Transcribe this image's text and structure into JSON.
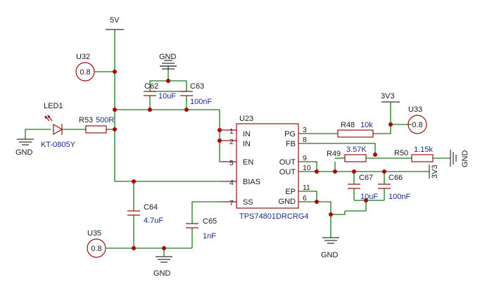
{
  "power": {
    "v5": "5V",
    "v3v3_top": "3V3",
    "v3v3_right": "3V3"
  },
  "ground": {
    "label": "GND"
  },
  "testpoints": [
    {
      "ref": "U32",
      "value": "0.8"
    },
    {
      "ref": "U33",
      "value": "0.8"
    },
    {
      "ref": "U35",
      "value": "0.8"
    }
  ],
  "components": {
    "c62": {
      "ref": "C62",
      "value": "10uF"
    },
    "c63": {
      "ref": "C63",
      "value": "100nF"
    },
    "c64": {
      "ref": "C64",
      "value": "4.7uF"
    },
    "c65": {
      "ref": "C65",
      "value": "1nF"
    },
    "c67": {
      "ref": "C67",
      "value": "10uF"
    },
    "c66": {
      "ref": "C66",
      "value": "100nF"
    },
    "r53": {
      "ref": "R53",
      "value": "500R"
    },
    "r48": {
      "ref": "R48",
      "value": "10k"
    },
    "r49": {
      "ref": "R49",
      "value": "3.57K"
    },
    "r50": {
      "ref": "R50",
      "value": "1.15k"
    },
    "led1": {
      "ref": "LED1",
      "part": "KT-0805Y"
    },
    "u23": {
      "ref": "U23",
      "part": "TPS74801DRCRG4",
      "pins": [
        {
          "num": "1",
          "name": "IN"
        },
        {
          "num": "2",
          "name": "IN"
        },
        {
          "num": "5",
          "name": "EN"
        },
        {
          "num": "4",
          "name": "BIAS"
        },
        {
          "num": "7",
          "name": "SS"
        },
        {
          "num": "3",
          "name": "PG"
        },
        {
          "num": "8",
          "name": "FB"
        },
        {
          "num": "9",
          "name": "OUT"
        },
        {
          "num": "10",
          "name": "OUT"
        },
        {
          "num": "11",
          "name": "EP"
        },
        {
          "num": "6",
          "name": "GND"
        }
      ]
    }
  }
}
